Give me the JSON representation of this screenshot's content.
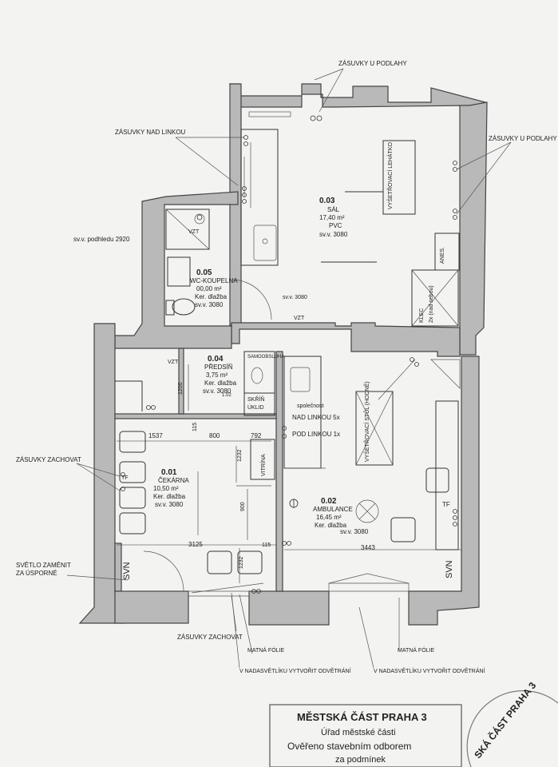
{
  "rooms": [
    {
      "code": "0.03",
      "name": "SÁL",
      "area": "17,40 m²",
      "floor": "PVC",
      "height": "sv.v. 3080"
    },
    {
      "code": "0.05",
      "name": "WC-KOUPELNA",
      "area": "00,00 m²",
      "floor": "Ker. dlažba",
      "height": "sv.v. 3080"
    },
    {
      "code": "0.04",
      "name": "PŘEDSÍŇ",
      "area": "3,75 m²",
      "floor": "Ker. dlažba",
      "height": "sv.v. 3080"
    },
    {
      "code": "0.01",
      "name": "ČEKÁRNA",
      "area": "10,50 m²",
      "floor": "Ker. dlažba",
      "height": "sv.v. 3080"
    },
    {
      "code": "0.02",
      "name": "AMBULANCE",
      "area": "16,45 m²",
      "floor": "Ker. dlažba",
      "height": "sv.v. 3080"
    }
  ],
  "notes": {
    "zasuvky_podlahy": "ZÁSUVKY U PODLAHY",
    "zasuvky_linkou": "ZÁSUVKY NAD LINKOU",
    "zasuvky_u_podlahy_right": "ZÁSUVKY U PODLAHY",
    "podhled": "sv.v. podhledu 2920",
    "zasuvky_zachovat_left": "ZÁSUVKY ZACHOVAT",
    "svetlo_line1": "SVĚTLO ZAMĚNIT",
    "svetlo_line2": "ZA ÚSPORNÉ",
    "zasuvky_zachovat_bottom": "ZÁSUVKY ZACHOVAT",
    "matna_folie_1": "MATNÁ FÓLIE",
    "matna_folie_2": "MATNÁ FÓLIE",
    "nadsvetlik_1": "V NADASVĚTLÍKU VYTVOŘIT ODVĚTRÁNÍ",
    "nadsvetlik_2": "V NADASVĚTLÍKU VYTVOŘIT ODVĚTRÁNÍ"
  },
  "fixtures": {
    "vzt": "VZT",
    "svv_3080": "sv.v. 3080",
    "vysetrovaci_lehatko": "VYŠETŘOVACÍ LEHÁTKO",
    "anes": "ANES.",
    "klec": "KLEC",
    "klec_2x": "2x (nad sebou)",
    "samoobsluha": "SAMOOBSLUHA",
    "skrin": "SKŘÍŇ",
    "uklid": "ÚKLID",
    "vitrina": "VITRÍNA",
    "nad_linkou": "NAD LINKOU 5x",
    "pod_linkou": "POD LINKOU 1x",
    "vysetrovaci_stul": "VYŠETŘOVACÍ STŮL (HODNĚ)",
    "tf": "TF",
    "svn": "SVN",
    "spolecnost": "společnost"
  },
  "dimensions": {
    "d1537": "1537",
    "d800": "800",
    "d792": "792",
    "d1232a": "1232",
    "d900": "900",
    "d115a": "115",
    "d115b": "115",
    "d1200": "1200",
    "d3125": "3125",
    "d3443": "3443",
    "d1232b": "1232",
    "d102": "1.02"
  },
  "stamps": {
    "main_line1": "MĚSTSKÁ ČÁST PRAHA 3",
    "main_line2": "Úřad městské části",
    "main_line3": "Ověřeno stavebním odborem",
    "main_line4": "za podmínek",
    "round": "SKÁ ČÁST PRAHA 3"
  },
  "colors": {
    "wall": "#b9b9b9",
    "line": "#333333",
    "stamp": "#6b6b6b",
    "paper": "#f3f3f1"
  }
}
